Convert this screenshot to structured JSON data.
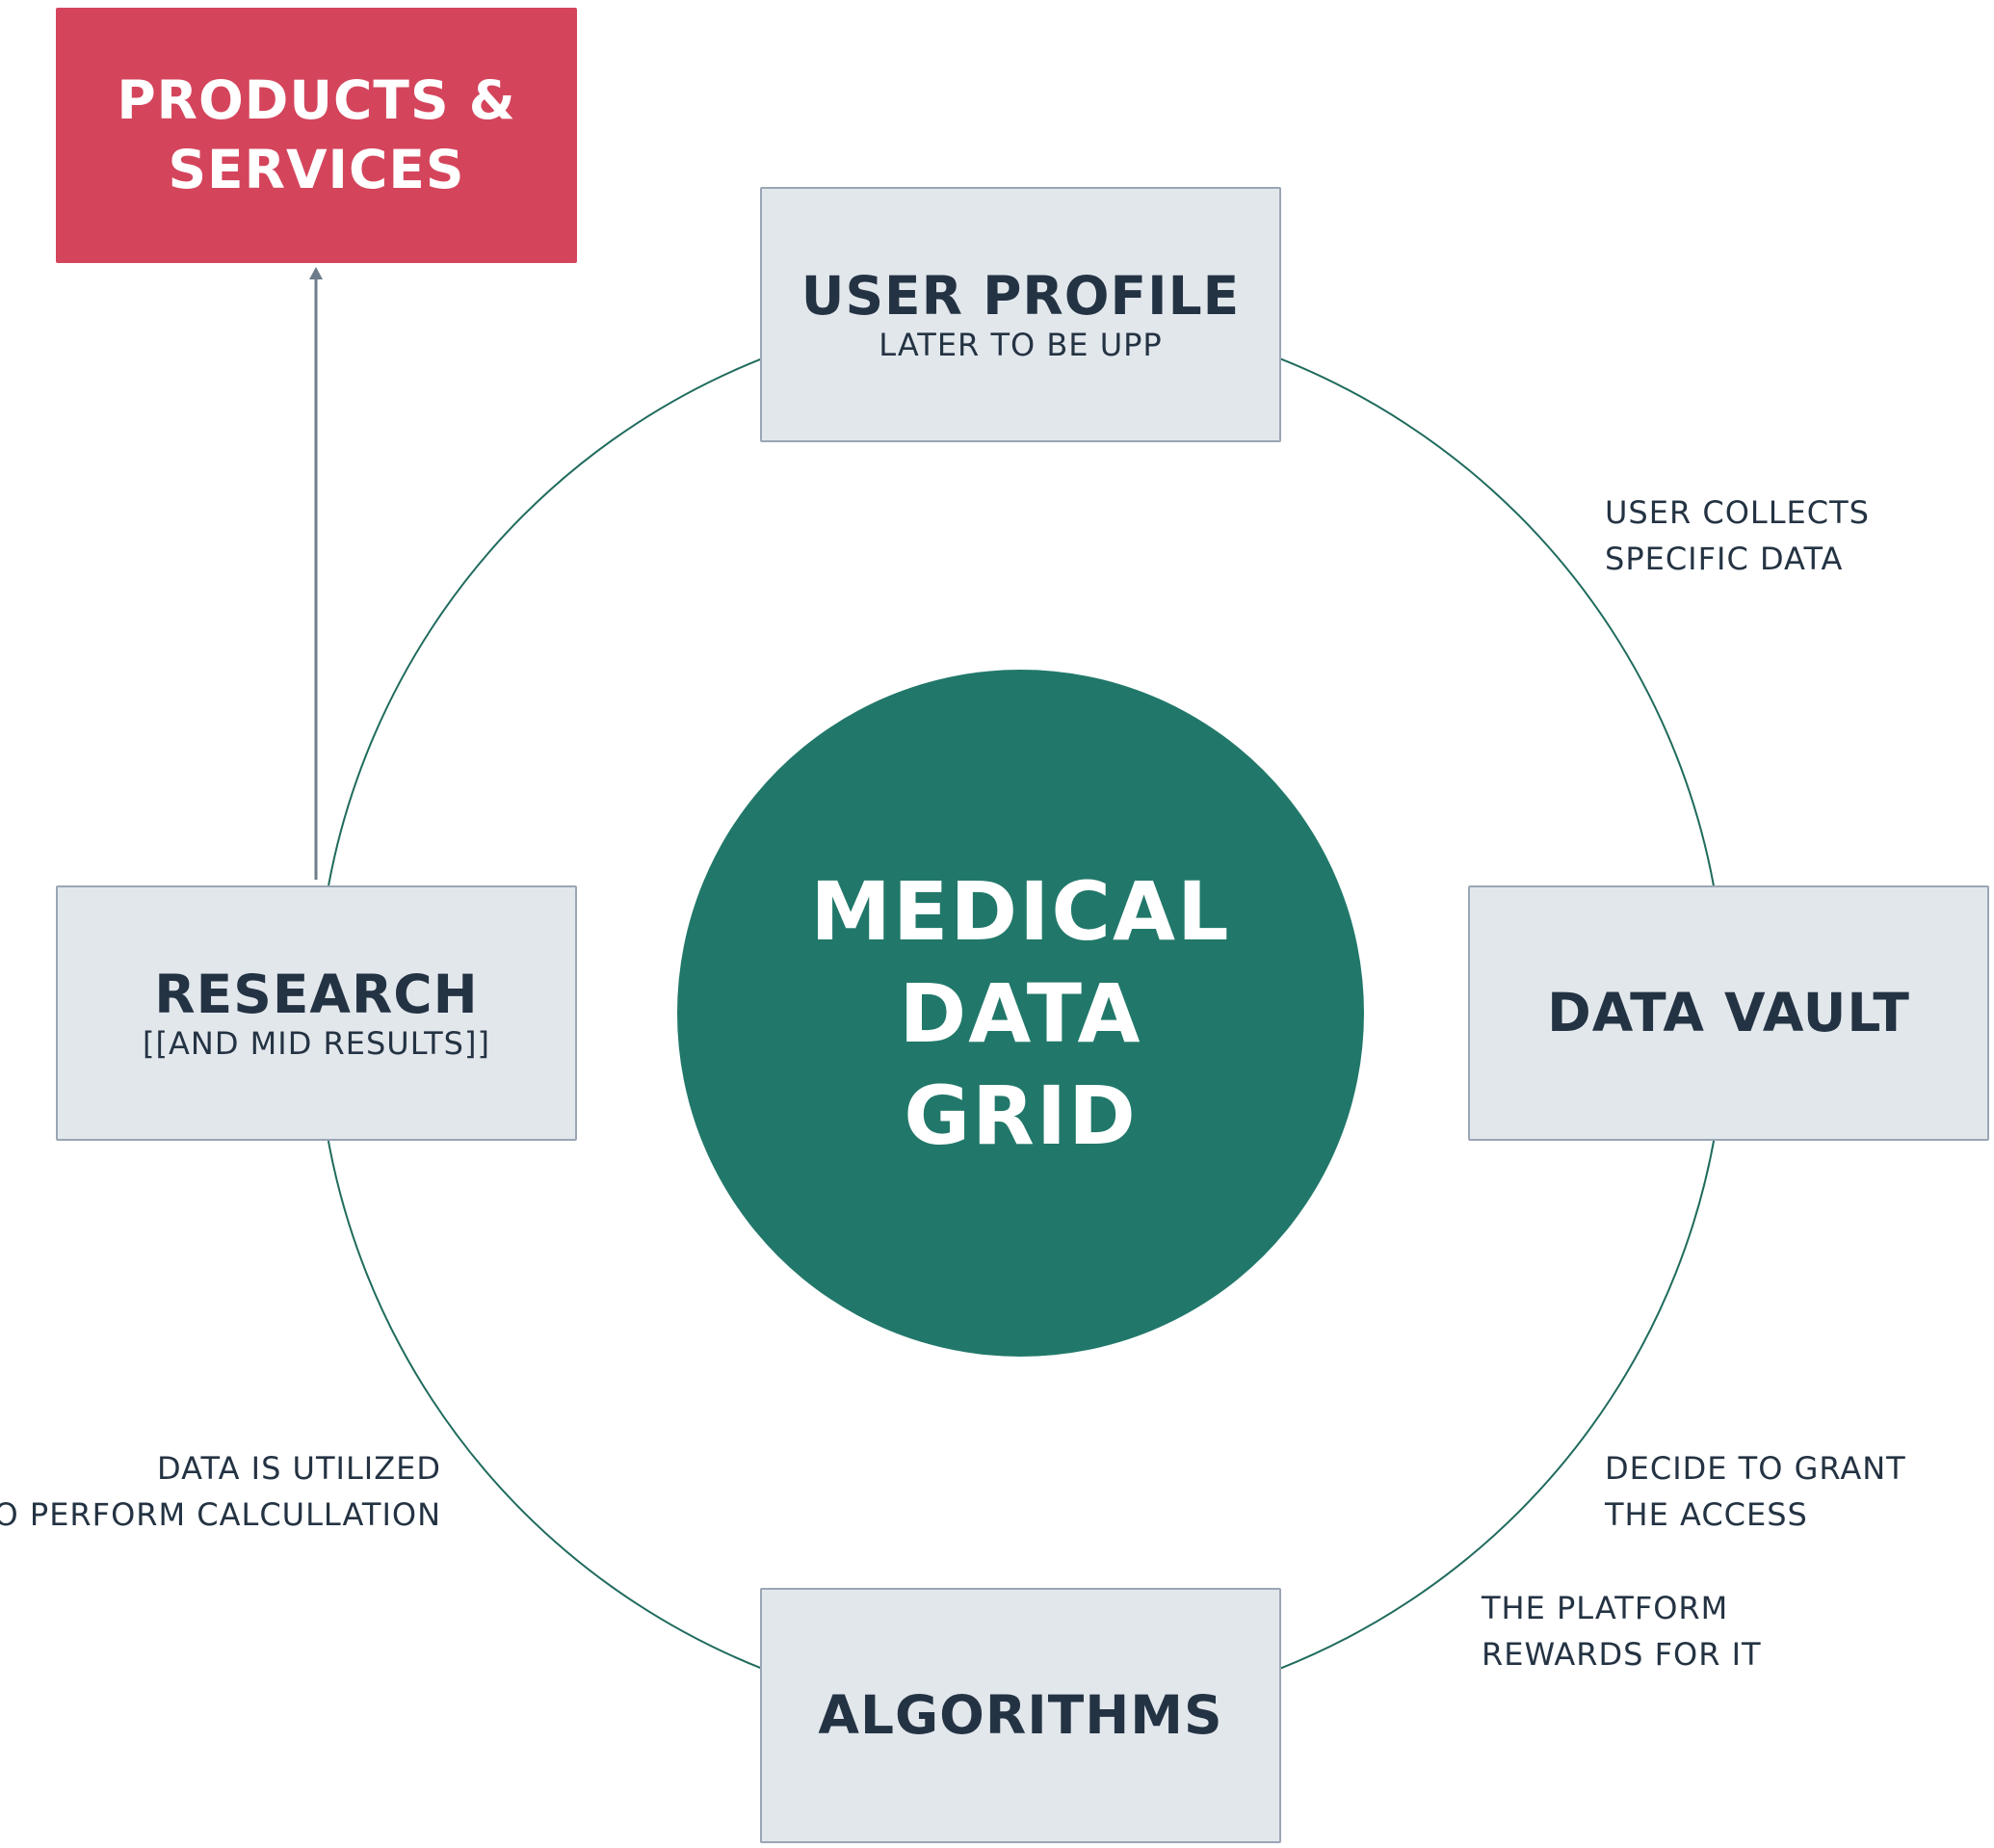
{
  "colors": {
    "hub": "#21786a",
    "node_fill": "#e2e7ec",
    "node_border": "#9aa6b4",
    "products_fill": "#d4455c",
    "ring": "#1f6b5d",
    "arrow": "#6e7c8b",
    "text_dark": "#243343"
  },
  "hub": {
    "line1": "MEDICAL",
    "line2": "DATA",
    "line3": "GRID"
  },
  "nodes": {
    "user_profile": {
      "title": "USER PROFILE",
      "subtitle": "LATER TO BE UPP"
    },
    "data_vault": {
      "title": "DATA VAULT"
    },
    "algorithms": {
      "title": "ALGORITHMS"
    },
    "research": {
      "title": "RESEARCH",
      "subtitle": "[[AND MID RESULTS]]"
    },
    "products": {
      "title": "PRODUCTS & SERVICES"
    }
  },
  "annotations": {
    "collect": {
      "line1": "USER COLLECTS",
      "line2": "SPECIFIC DATA"
    },
    "grant": {
      "line1": "DECIDE TO GRANT",
      "line2": "THE ACCESS"
    },
    "reward": {
      "line1": "THE PLATFORM",
      "line2": "REWARDS FOR IT"
    },
    "utilize": {
      "line1": "DATA IS UTILIZED",
      "line2": "TO PERFORM CALCULLATION"
    }
  }
}
